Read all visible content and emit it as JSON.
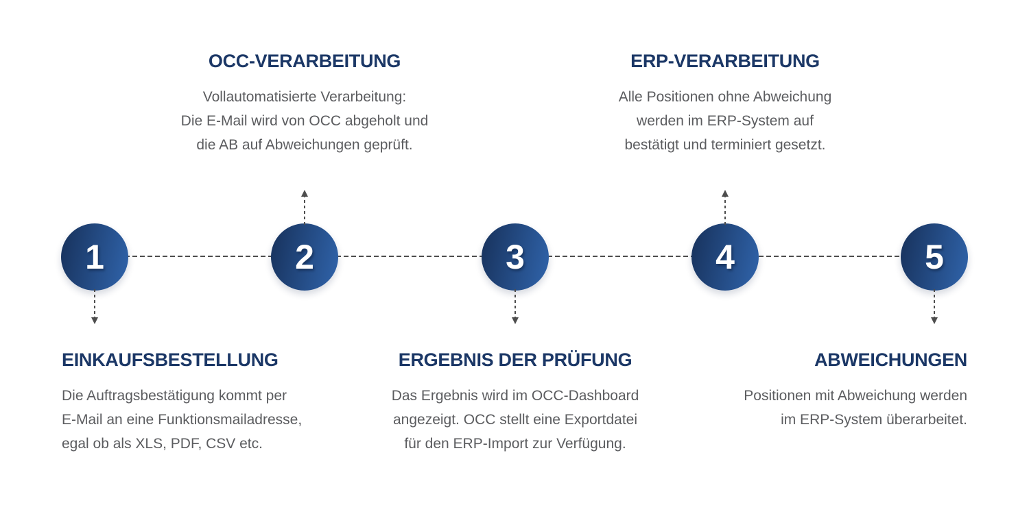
{
  "diagram": {
    "type": "process-timeline",
    "steps": [
      {
        "number": "1",
        "title": "EINKAUFSBESTELLUNG",
        "body": "Die Auftragsbestätigung kommt per\nE-Mail an eine Funktionsmailadresse,\negal ob als XLS, PDF, CSV etc.",
        "label_position": "below",
        "connector_icon": "dashed-arrow-down"
      },
      {
        "number": "2",
        "title": "OCC-VERARBEITUNG",
        "body": "Vollautomatisierte Verarbeitung:\nDie E-Mail wird von OCC abgeholt und\ndie AB auf Abweichungen geprüft.",
        "label_position": "above",
        "connector_icon": "dashed-arrow-up"
      },
      {
        "number": "3",
        "title": "ERGEBNIS DER PRÜFUNG",
        "body": "Das Ergebnis wird im OCC-Dashboard\nangezeigt. OCC stellt eine Exportdatei\nfür den ERP-Import zur Verfügung.",
        "label_position": "below",
        "connector_icon": "dashed-arrow-down"
      },
      {
        "number": "4",
        "title": "ERP-VERARBEITUNG",
        "body": "Alle Positionen ohne Abweichung\nwerden im ERP-System auf\nbestätigt und terminiert gesetzt.",
        "label_position": "above",
        "connector_icon": "dashed-arrow-up"
      },
      {
        "number": "5",
        "title": "ABWEICHUNGEN",
        "body": "Positionen mit Abweichung werden\nim ERP-System überarbeitet.",
        "label_position": "below",
        "connector_icon": "dashed-arrow-down"
      }
    ],
    "colors": {
      "title_navy": "#1b3766",
      "body_gray": "#5b5c5f",
      "circle_gradient_start": "#193561",
      "circle_gradient_end": "#2f62a8",
      "connector_gray": "#4d4d4d",
      "number_white": "#ffffff",
      "background": "#ffffff"
    }
  }
}
